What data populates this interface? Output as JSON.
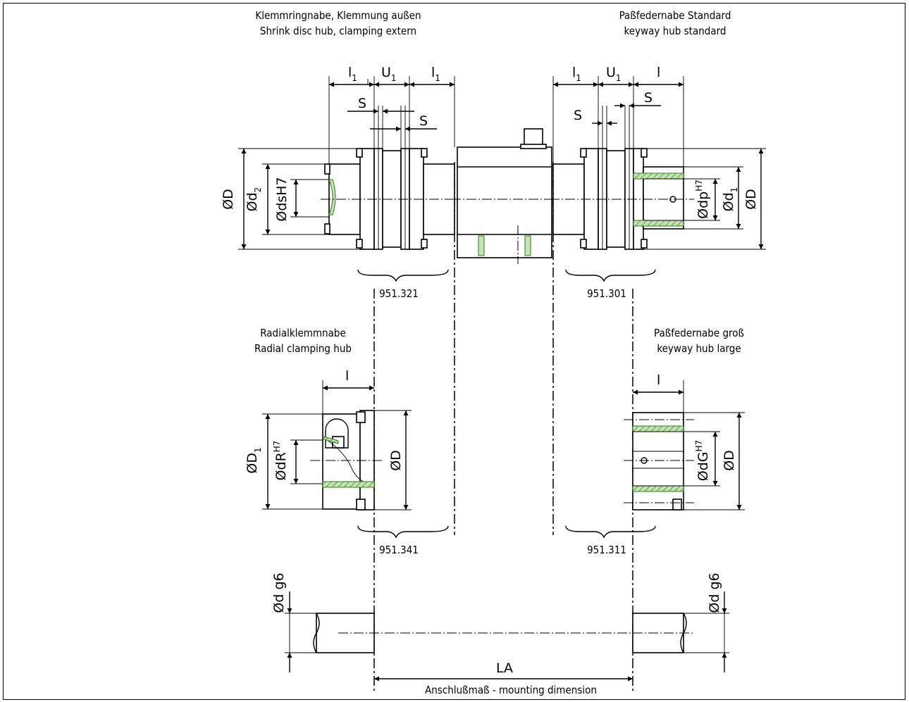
{
  "labels": {
    "top_left_de": "Klemmringnabe, Klemmung außen",
    "top_left_en": "Shrink disc hub, clamping extern",
    "top_right_de": "Paßfedernabe Standard",
    "top_right_en": "keyway hub standard",
    "mid_left_de": "Radialklemmnabe",
    "mid_left_en": "Radial clamping hub",
    "mid_right_de": "Paßfedernabe groß",
    "mid_right_en": "keyway hub large",
    "bottom": "Anschlußmaß - mounting dimension"
  },
  "part_numbers": {
    "top_left": "951.321",
    "top_right": "951.301",
    "mid_left": "951.341",
    "mid_right": "951.311"
  },
  "dims": {
    "l": "l",
    "l1": "l",
    "l1_sub": "1",
    "U1": "U",
    "U1_sub": "1",
    "S": "S",
    "D": "ØD",
    "d2": "Ød",
    "d2_sub": "2",
    "dsH7": "ØdsH7",
    "dp": "Ødp",
    "H7": "H7",
    "d1": "Ød",
    "d1_sub": "1",
    "D1": "ØD",
    "D1_sub": "1",
    "dR": "ØdR",
    "dG": "ØdG",
    "dg6": "Ød g6",
    "LA": "LA"
  },
  "colors": {
    "line": "#000000",
    "hatch_fill": "#c6e3b3",
    "hatch_stroke": "#2e7d1e"
  }
}
